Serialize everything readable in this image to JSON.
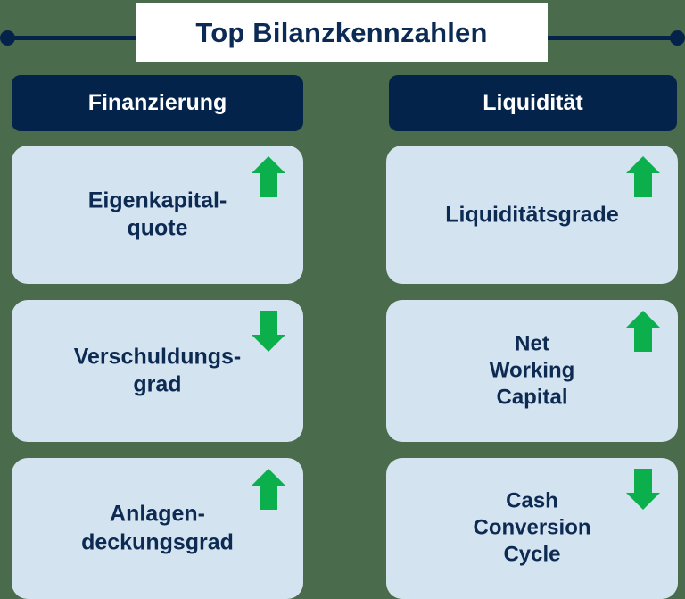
{
  "title": {
    "text": "Top Bilanzkennzahlen",
    "rule_left_dot": "bullet-dot",
    "rule_right_dot": "bullet-dot"
  },
  "colors": {
    "background": "#4a6c4c",
    "navy": "#04234a",
    "card_blue": "#d4e3f0",
    "text_navy": "#0d2b52",
    "arrow_green": "#0bb04c",
    "title_box": "#ffffff"
  },
  "columns": [
    {
      "id": "finanzierung",
      "header": "Finanzierung",
      "cards": [
        {
          "label": "Eigenkapital-\nquote",
          "trend": "up",
          "trend_icon": "arrow-up-icon"
        },
        {
          "label": "Verschuldungs-\ngrad",
          "trend": "down",
          "trend_icon": "arrow-down-icon"
        },
        {
          "label": "Anlagen-\ndeckungsgrad",
          "trend": "up",
          "trend_icon": "arrow-up-icon"
        }
      ]
    },
    {
      "id": "liquiditaet",
      "header": "Liquidität",
      "cards": [
        {
          "label": "Liquiditätsgrade",
          "trend": "up",
          "trend_icon": "arrow-up-icon"
        },
        {
          "label": "Net\nWorking\nCapital",
          "trend": "up",
          "trend_icon": "arrow-up-icon"
        },
        {
          "label": "Cash\nConversion\nCycle",
          "trend": "down",
          "trend_icon": "arrow-down-icon"
        }
      ]
    }
  ]
}
